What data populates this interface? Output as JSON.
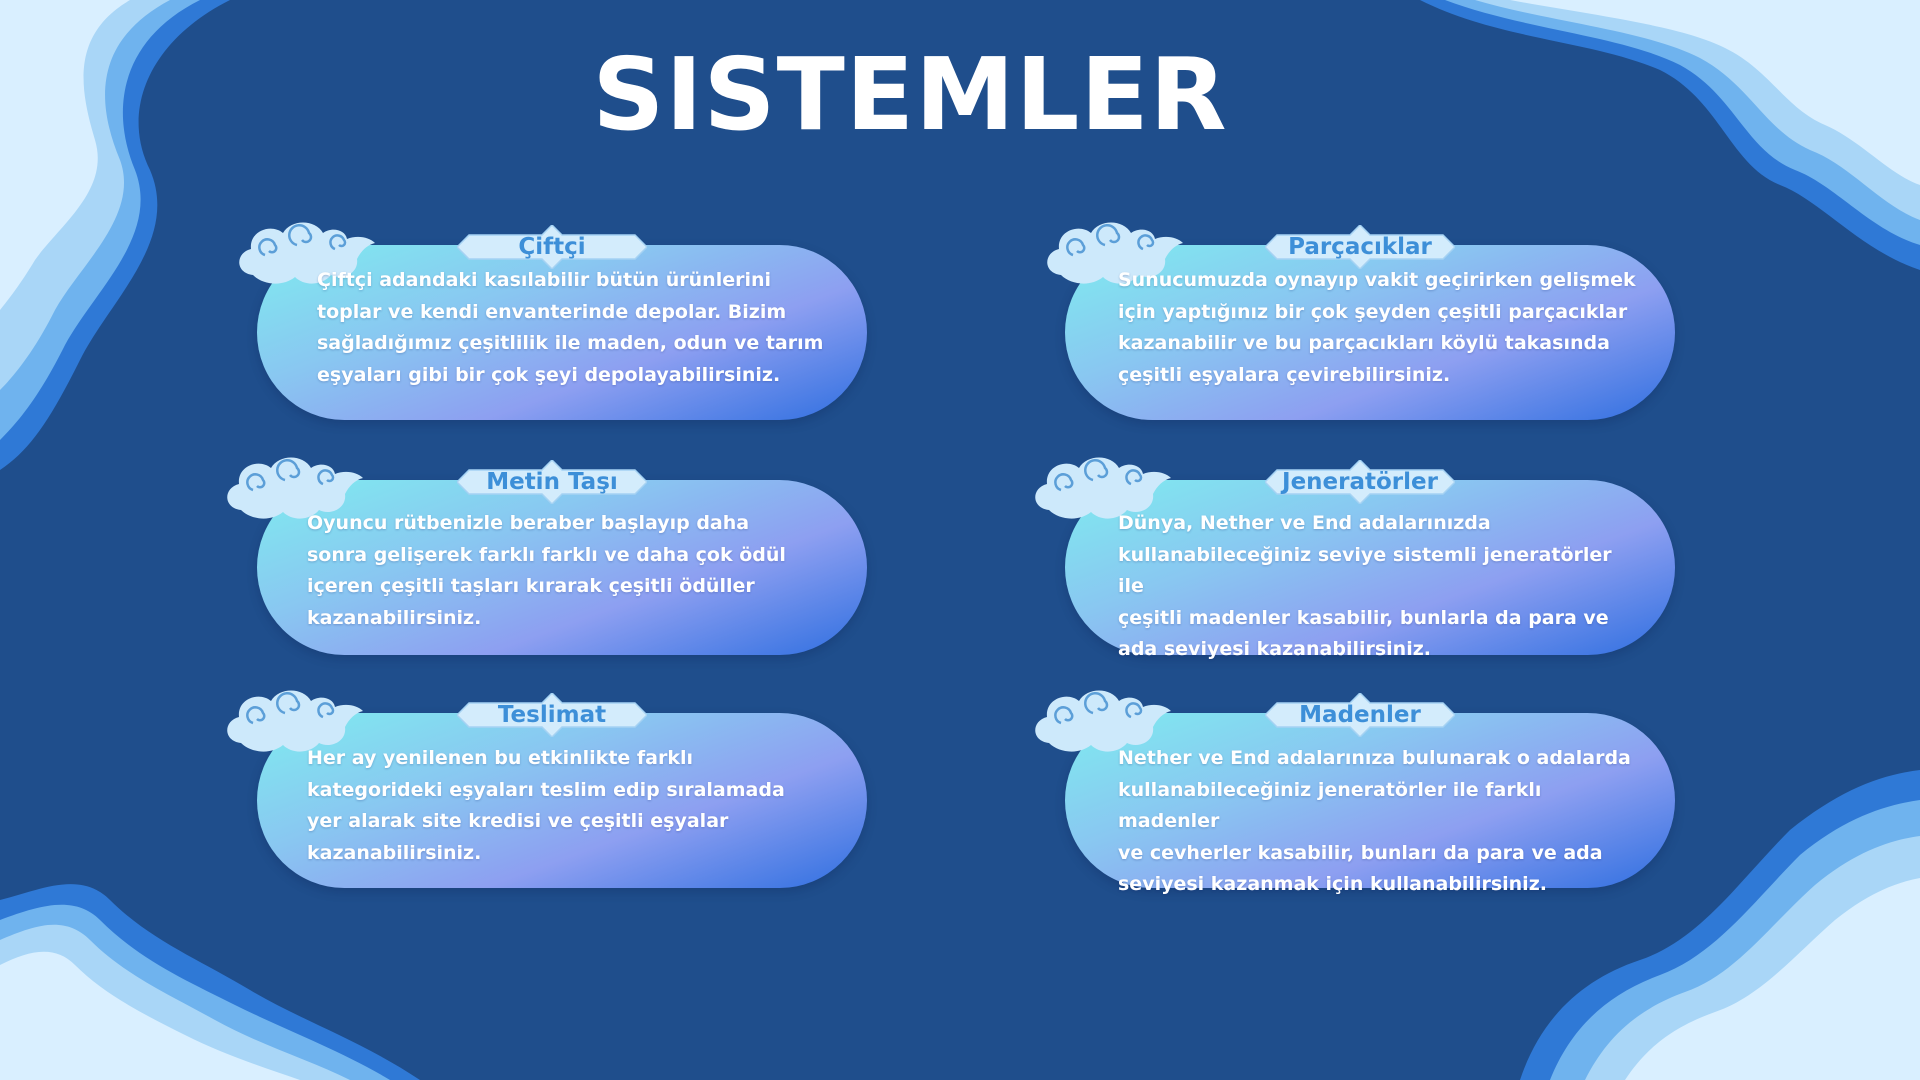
{
  "title": "SISTEMLER",
  "colors": {
    "background": "#1f4e8c",
    "wave_light": "#d9efff",
    "wave_mid": "#6fb3ee",
    "card_start": "#7fecef",
    "card_end": "#2f6fe0",
    "tag_text": "#3d8fd8"
  },
  "cards": [
    {
      "title": "Çiftçi",
      "lines": [
        "Çiftçi adandaki kasılabilir bütün ürünlerini",
        "toplar ve kendi envanterinde depolar. Bizim",
        "sağladığımız çeşitlilik ile maden, odun ve tarım",
        "eşyaları gibi bir çok şeyi depolayabilirsiniz."
      ]
    },
    {
      "title": "Parçacıklar",
      "lines": [
        "Sunucumuzda oynayıp vakit geçirirken gelişmek",
        "için yaptığınız bir çok şeyden çeşitli parçacıklar",
        "kazanabilir ve bu parçacıkları köylü takasında",
        "çeşitli eşyalara çevirebilirsiniz."
      ]
    },
    {
      "title": "Metin Taşı",
      "lines": [
        "Oyuncu rütbenizle beraber başlayıp daha",
        "sonra gelişerek farklı farklı ve daha çok ödül",
        "içeren çeşitli taşları kırarak çeşitli ödüller",
        "kazanabilirsiniz."
      ]
    },
    {
      "title": "Jeneratörler",
      "lines": [
        "Dünya, Nether ve End adalarınızda",
        "kullanabileceğiniz seviye sistemli jeneratörler ile",
        "çeşitli madenler kasabilir, bunlarla da para ve",
        "ada seviyesi kazanabilirsiniz."
      ]
    },
    {
      "title": "Teslimat",
      "lines": [
        "Her ay yenilenen bu etkinlikte farklı",
        "kategorideki eşyaları teslim edip sıralamada",
        "yer alarak site kredisi ve çeşitli eşyalar",
        "kazanabilirsiniz."
      ]
    },
    {
      "title": "Madenler",
      "lines": [
        "Nether ve End adalarınıza bulunarak o adalarda",
        "kullanabileceğiniz jeneratörler ile farklı madenler",
        "ve cevherler kasabilir, bunları da para ve ada",
        "seviyesi kazanmak için kullanabilirsiniz."
      ]
    }
  ]
}
